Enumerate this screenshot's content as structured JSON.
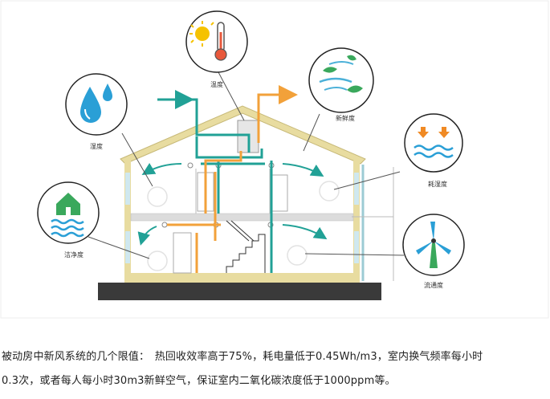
{
  "diagram": {
    "labels": {
      "temperature": "温度",
      "humidity": "湿度",
      "freshness": "新鲜度",
      "energy_saving": "耗湿度",
      "cleanliness": "洁净度",
      "air_flow": "流通度"
    },
    "colors": {
      "house_frame": "#e8dca0",
      "fresh_air": "#21a196",
      "exhaust_air": "#f2a13a",
      "ground": "#3a3a3a",
      "window": "#cfe8ef"
    },
    "icons": {
      "temperature": "thermometer-sun-icon",
      "humidity": "water-drops-icon",
      "freshness": "leaves-wind-icon",
      "energy_saving": "arrows-waves-icon",
      "cleanliness": "house-waves-icon",
      "air_flow": "wind-turbine-icon"
    }
  },
  "caption": {
    "line1": "被动房中新风系统的几个限值：　热回收效率高于75%，耗电量低于0.45Wh/m3，室内换气频率每小时",
    "line2": "0.3次，或者每人每小时30m3新鲜空气，保证室内二氧化碳浓度低于1000ppm等。"
  }
}
